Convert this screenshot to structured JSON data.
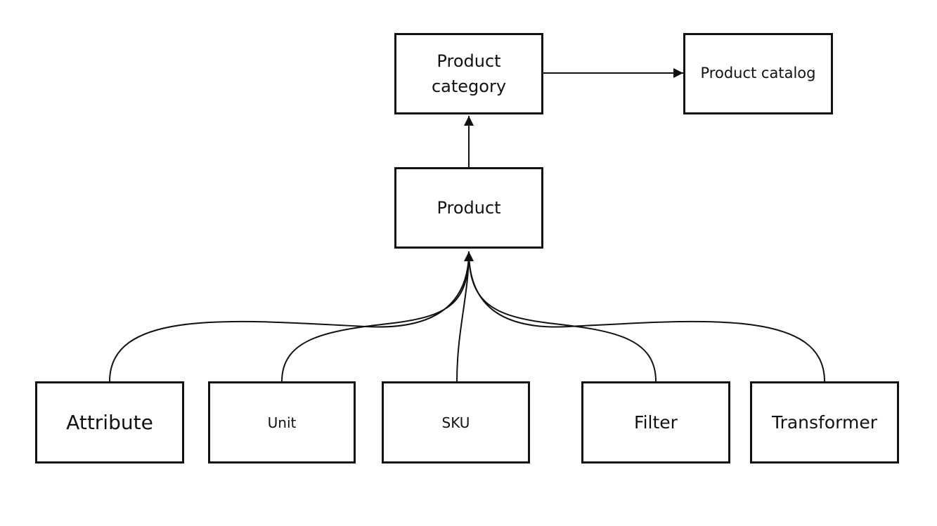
{
  "nodes": {
    "product_category": {
      "label_line1": "Product",
      "label_line2": "category"
    },
    "product_catalog": {
      "label": "Product catalog"
    },
    "product": {
      "label": "Product"
    },
    "attribute": {
      "label": "Attribute"
    },
    "unit": {
      "label": "Unit"
    },
    "sku": {
      "label": "SKU"
    },
    "filter": {
      "label": "Filter"
    },
    "transformer": {
      "label": "Transformer"
    }
  },
  "edges": [
    {
      "from": "product_category",
      "to": "product_catalog"
    },
    {
      "from": "product",
      "to": "product_category"
    },
    {
      "from": "attribute",
      "to": "product"
    },
    {
      "from": "unit",
      "to": "product"
    },
    {
      "from": "sku",
      "to": "product"
    },
    {
      "from": "filter",
      "to": "product"
    },
    {
      "from": "transformer",
      "to": "product"
    }
  ],
  "colors": {
    "stroke": "#111111",
    "background": "#ffffff"
  }
}
